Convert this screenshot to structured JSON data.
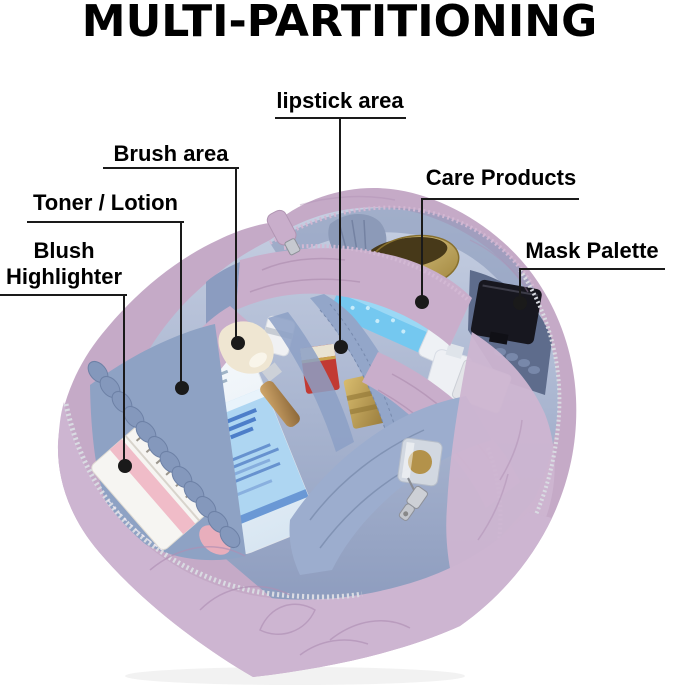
{
  "title": "MULTI-PARTITIONING",
  "callouts": {
    "lipstick": {
      "label": "lipstick area"
    },
    "brush": {
      "label": "Brush area"
    },
    "toner": {
      "label": "Toner / Lotion"
    },
    "blush": {
      "line1": "Blush",
      "line2": "Highlighter"
    },
    "care": {
      "label": "Care Products"
    },
    "mask": {
      "label": "Mask Palette"
    }
  },
  "colors": {
    "line-black": "#1a1a1a",
    "bag-pink": "#c5aac7",
    "bag-pink-2": "#c9aecb",
    "bag-pink-light": "#cdb5d1",
    "lining-blue": "#a7b4cf",
    "divider-blue": "#93a6c9",
    "teeth-silver": "#d9dbe2",
    "teeth-pink": "#d2b8d3",
    "tube-blue": "#74c8f0",
    "label-blue": "#aed6f2",
    "qr-blue": "#2b4d9b",
    "black-box": "#17171f",
    "gold": "#b6984c",
    "red": "#c23a33"
  }
}
